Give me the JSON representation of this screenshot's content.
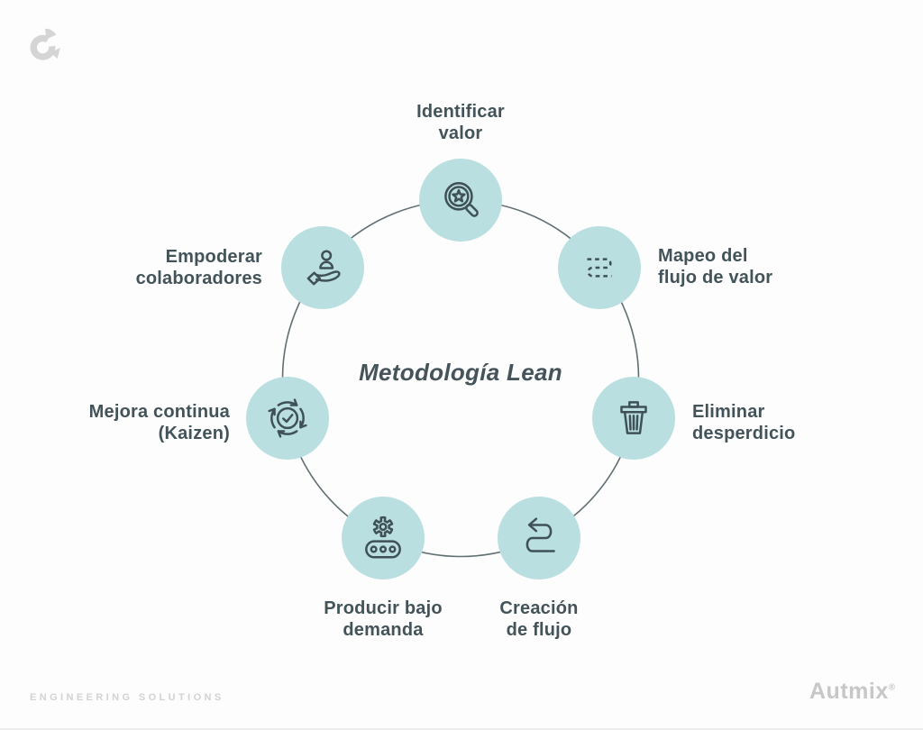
{
  "title": "Metodología Lean",
  "nodes": [
    {
      "id": "identificar-valor",
      "label": "Identificar\nvalor",
      "icon": "magnifier-star-icon"
    },
    {
      "id": "mapeo-flujo-valor",
      "label": "Mapeo del\nflujo de valor",
      "icon": "dashed-route-icon"
    },
    {
      "id": "eliminar-desperdicio",
      "label": "Eliminar\ndesperdicio",
      "icon": "trash-icon"
    },
    {
      "id": "creacion-flujo",
      "label": "Creación\nde flujo",
      "icon": "flow-arrow-icon"
    },
    {
      "id": "producir-bajo-demanda",
      "label": "Producir bajo\ndemanda",
      "icon": "conveyor-gear-icon"
    },
    {
      "id": "mejora-continua-kaizen",
      "label": "Mejora continua\n(Kaizen)",
      "icon": "cycle-check-icon"
    },
    {
      "id": "empoderar-colaboradores",
      "label": "Empoderar\ncolaboradores",
      "icon": "hand-person-icon"
    }
  ],
  "footer": {
    "tagline": "ENGINEERING SOLUTIONS",
    "brand": "Autmix",
    "registered": "®"
  },
  "colors": {
    "accent_teal": "#b9dfe0",
    "ink": "#42535a",
    "icon_stroke": "#3f5156",
    "ring_line": "#5f6f72",
    "logo_gray": "#d5d5d5",
    "background": "#fdfdfd"
  }
}
